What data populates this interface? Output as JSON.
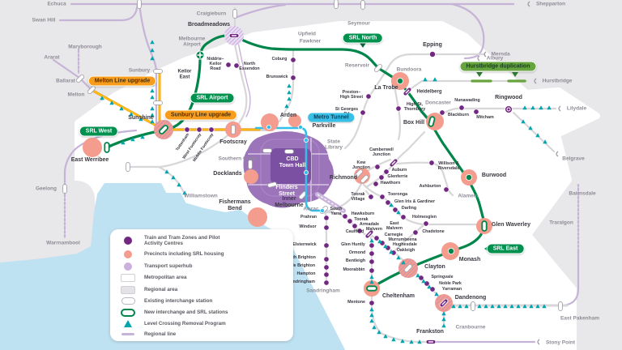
{
  "colors": {
    "srl_green": "#00854A",
    "badge_green": "#00914F",
    "upgrade_orange": "#F89C1C",
    "metro_tunnel_cyan": "#35BEE8",
    "regional_line_purple": "#C6B3D8",
    "metro_line_gray": "#D8D6D8",
    "station_purple": "#722782",
    "precinct_pink": "#F49C8E",
    "superhub_lilac": "#CBB2DE",
    "level_crossing_teal": "#00A5AD",
    "water_blue": "#BFE2F2",
    "badge_olive_green": "#67A33E"
  },
  "badges": {
    "melton_upgrade": "Melton Line upgrade",
    "sunbury_upgrade": "Sunbury Line upgrade",
    "srl_west": "SRL West",
    "srl_airport": "SRL Airport",
    "srl_north": "SRL North",
    "srl_east": "SRL East",
    "hurstbridge_dup": "Hurstbridge duplication",
    "metro_tunnel": "Metro Tunnel"
  },
  "legend": {
    "items": [
      {
        "icon": "purple-circle",
        "label": "Train and Tram Zones and Pilot Activity Centres"
      },
      {
        "icon": "pink-circle",
        "label": "Precincts including SRL housing"
      },
      {
        "icon": "lilac-circle",
        "label": "Transport superhub"
      },
      {
        "icon": "white-rect",
        "label": "Metropolitan area"
      },
      {
        "icon": "gray-rect",
        "label": "Regional area"
      },
      {
        "icon": "white-pill",
        "label": "Existing interchange station"
      },
      {
        "icon": "green-pill",
        "label": "New interchange and SRL stations"
      },
      {
        "icon": "teal-triangle",
        "label": "Level Crossing Removal Program"
      },
      {
        "icon": "purple-line",
        "label": "Regional line"
      }
    ]
  },
  "labels": {
    "echuca": "Echuca",
    "swan_hill": "Swan Hill",
    "maryborough": "Maryborough",
    "ararat": "Ararat",
    "ballarat": "Ballarat",
    "melton": "Melton",
    "sunbury": "Sunbury",
    "craigieburn": "Craigieburn",
    "seymour": "Seymour",
    "shepparton": "Shepparton",
    "albury": "Albury",
    "mernda": "Mernda",
    "upfield": "Upfield",
    "fawkner": "Fawkner",
    "reservoir": "Reservoir",
    "bundoora": "Bundoora",
    "doncaster": "Doncaster",
    "hurstbridge": "Hurstbridge",
    "lilydale": "Lilydale",
    "belgrave": "Belgrave",
    "heidelberg": "Heidelberg",
    "epping": "Epping",
    "broadmeadows": "Broadmeadows",
    "melbourne_airport": "Melbourne\nAirport",
    "keilor_east": "Keilor\nEast",
    "niddrie_keilor_road": "Niddrie–\nKeilor\nRoad",
    "north_essendon": "North\nEssendon",
    "coburg": "Coburg",
    "brunswick": "Brunswick",
    "la_trobe": "La Trobe",
    "preston_high_street": "Preston–\nHigh Street",
    "st_georges_rd": "St Georges\nRd",
    "high_st_thornbury": "High St,\nThornbury",
    "nunawading": "Nunawading",
    "ringwood": "Ringwood",
    "blackburn": "Blackburn",
    "mitcham": "Mitcham",
    "box_hill": "Box Hill",
    "burwood": "Burwood",
    "willison_riversdale": "Willison &\nRiversdale",
    "ashburton": "Ashburton",
    "alamein": "Alamein",
    "camberwell_junction": "Camberwell\nJunction",
    "kew_junction": "Kew\nJunction",
    "auburn": "Auburn",
    "glenferrie": "Glenferrie",
    "hawthorn": "Hawthorn",
    "richmond": "Richmond",
    "toorak_village": "Toorak\nVillage",
    "tooronga": "Tooronga",
    "glen_iris_gardiner": "Glen Iris & Gardiner",
    "darling": "Darling",
    "east_malvern": "East\nMalvern",
    "holmesglen": "Holmesglen",
    "chadstone": "Chadstone",
    "glen_waverley": "Glen Waverley",
    "monash": "Monash",
    "clayton": "Clayton",
    "springvale": "Springvale",
    "noble_park": "Noble Park",
    "yarraman": "Yarraman",
    "dandenong": "Dandenong",
    "cranbourne": "Cranbourne",
    "east_pakenham": "East Pakenham",
    "south_yarra": "South\nYarra",
    "anzac": "Anzac",
    "prahran": "Prahran",
    "windsor": "Windsor",
    "elsternwick": "Elsternwick",
    "north_brighton": "North Brighton",
    "middle_brighton": "Middle Brighton",
    "hampton": "Hampton",
    "sandringham_station": "Sandringham",
    "sandringham_line": "Sandringham",
    "glen_huntly": "Glen Huntly",
    "ormond": "Ormond",
    "bentleigh": "Bentleigh",
    "moorabbin": "Moorabbin",
    "mentone": "Mentone",
    "cheltenham": "Cheltenham",
    "caulfield": "Caulfield",
    "carnegie": "Carnegie",
    "murrumbeena": "Murrumbeena",
    "hughesdale": "Hughesdale",
    "oakleigh": "Oakleigh",
    "hawksburn": "Hawksburn",
    "toorak": "Toorak",
    "armadale": "Armadale",
    "malvern": "Malvern",
    "frankston": "Frankston",
    "stony_point": "Stony Point",
    "geelong": "Geelong",
    "warrnambool": "Warrnambool",
    "williamstown": "Williamstown",
    "bairnsdale": "Bairnsdale",
    "traralgon": "Traralgon",
    "sunshine": "Sunshine",
    "footscray": "Footscray",
    "east_werribee": "East Werribee",
    "docklands": "Docklands",
    "southern_cross": "Southern Cross",
    "fishermans_bend": "Fishermans\nBend",
    "inner_melbourne": "Inner\nMelbourne",
    "state_library": "State\nLibrary",
    "cbd_town_hall": "CBD\nTown Hall",
    "flinders_street": "Flinders\nStreet",
    "arden": "Arden",
    "parkville": "Parkville",
    "tottenham": "Tottenham",
    "west_footscray": "West Footscray",
    "middle_footscray": "Middle Footscray"
  }
}
